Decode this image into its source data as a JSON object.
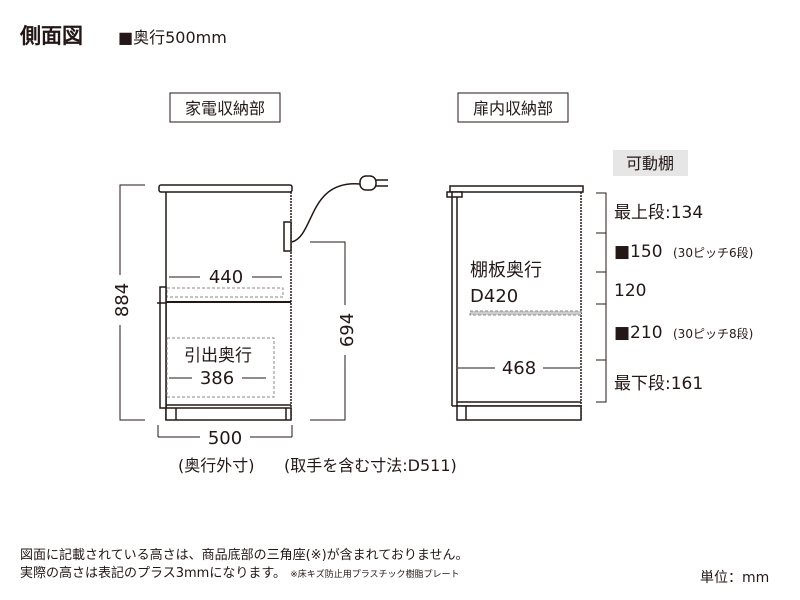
{
  "header": {
    "title": "側面図",
    "subtitle": "■奥行500mm"
  },
  "left_section": {
    "label": "家電収納部",
    "height_total": "884",
    "outlet_height": "694",
    "inner_depth": "440",
    "drawer_label": "引出奥行",
    "drawer_depth": "386",
    "outer_depth": "500",
    "outer_depth_caption": "(奥行外寸)",
    "handle_caption": "(取手を含む寸法:D511)"
  },
  "right_section": {
    "label": "扉内収納部",
    "shelf_label": "棚板奥行",
    "shelf_depth": "D420",
    "inner_depth": "468",
    "movable_shelf_label": "可動棚",
    "top_tier": "最上段:134",
    "upper_range": "■150",
    "upper_pitch": "(30ピッチ6段)",
    "middle": "120",
    "lower_range": "■210",
    "lower_pitch": "(30ピッチ8段)",
    "bottom_tier": "最下段:161"
  },
  "footer": {
    "line1": "図面に記載されている高さは、商品底部の三角座(※)が含まれておりません。",
    "line2": "実際の高さは表記のプラス3mmになります。",
    "line2_note": "※床キズ防止用プラスチック樹脂プレート",
    "unit": "単位：mm"
  }
}
